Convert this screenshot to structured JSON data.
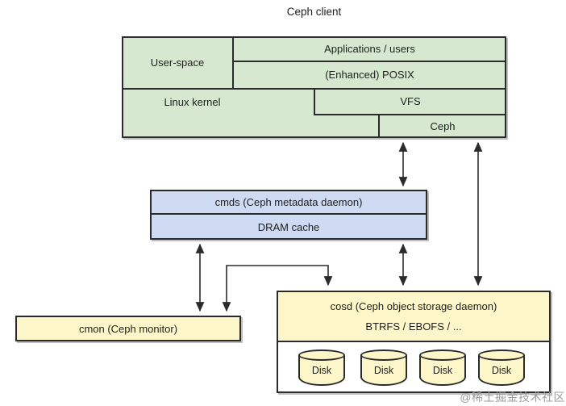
{
  "title": "Ceph client",
  "client_stack": {
    "user_space": "User-space",
    "applications": "Applications / users",
    "posix": "(Enhanced) POSIX",
    "linux_kernel": "Linux kernel",
    "vfs": "VFS",
    "ceph": "Ceph"
  },
  "metadata_daemon": {
    "cmds": "cmds (Ceph metadata daemon)",
    "dram_cache": "DRAM cache"
  },
  "monitor": {
    "cmon": "cmon (Ceph monitor)"
  },
  "object_storage": {
    "cosd": "cosd (Ceph object storage daemon)",
    "filesystems": "BTRFS / EBOFS / ...",
    "disks": [
      "Disk",
      "Disk",
      "Disk",
      "Disk"
    ]
  },
  "watermark": "@稀土掘金技术社区",
  "colors": {
    "green": "#d6e8cf",
    "blue": "#cedbf2",
    "yellow": "#fdf6c9",
    "line": "#2b2b2b",
    "text": "#1f1f1f",
    "watermark_gray": "#9c9c9c"
  }
}
